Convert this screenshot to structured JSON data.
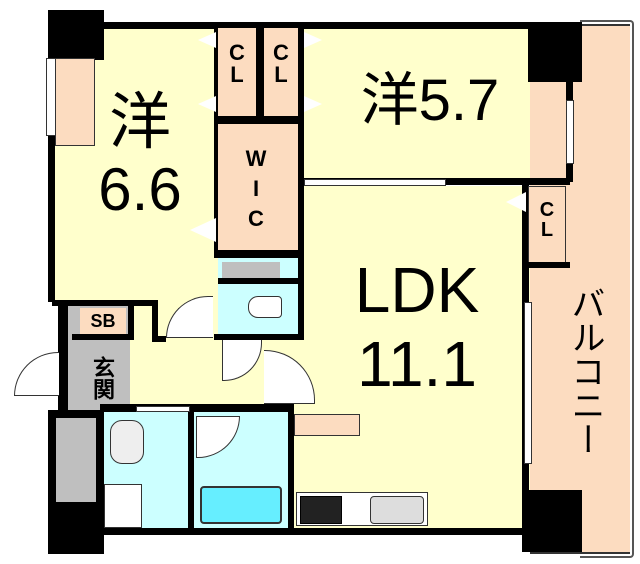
{
  "floor_plan": {
    "rooms": [
      {
        "id": "western_room_1",
        "label": "洋",
        "size": "6.6"
      },
      {
        "id": "western_room_2",
        "label": "洋5.7"
      },
      {
        "id": "ldk",
        "label": "LDK",
        "size": "11.1"
      },
      {
        "id": "balcony",
        "label": "バルコニー"
      },
      {
        "id": "entrance",
        "label": "玄関"
      },
      {
        "id": "shoe_box",
        "label": "SB"
      },
      {
        "id": "wic",
        "label_lines": [
          "W",
          "I",
          "C"
        ]
      },
      {
        "id": "closet_1",
        "label_lines": [
          "C",
          "L"
        ]
      },
      {
        "id": "closet_2",
        "label_lines": [
          "C",
          "L"
        ]
      },
      {
        "id": "closet_3",
        "label_lines": [
          "C",
          "L"
        ]
      }
    ],
    "colors": {
      "room_floor": "#ffffcc",
      "storage": "#fcdcc0",
      "wet_area": "#ccffff",
      "entrance": "#bfbfbf",
      "wall": "#000000"
    }
  }
}
